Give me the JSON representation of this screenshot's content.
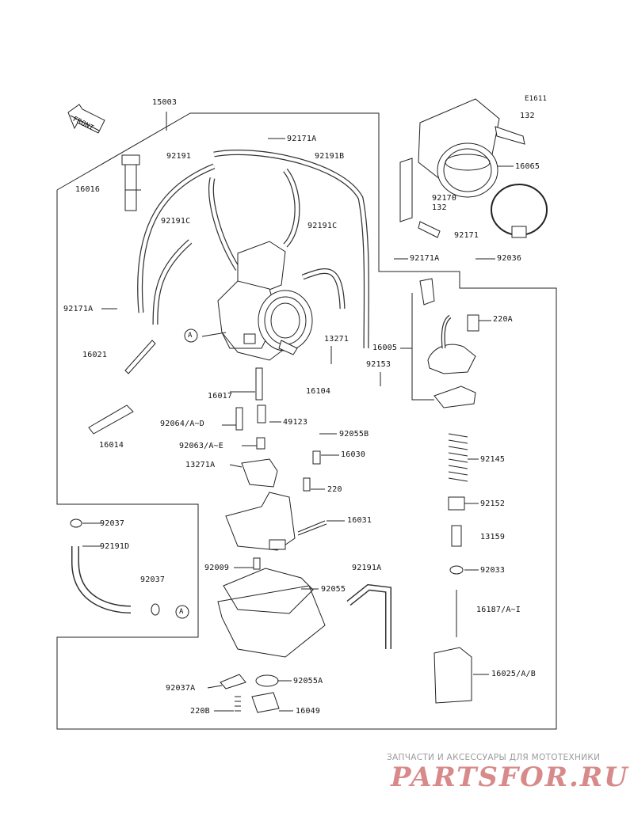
{
  "diagram": {
    "code": "E1611",
    "front_text": "FRONT",
    "ref_marker": "A",
    "labels": [
      {
        "id": "15003",
        "text": "15003"
      },
      {
        "id": "92171A_top",
        "text": "92171A"
      },
      {
        "id": "92191",
        "text": "92191"
      },
      {
        "id": "92191B",
        "text": "92191B"
      },
      {
        "id": "16016",
        "text": "16016"
      },
      {
        "id": "92191C_l",
        "text": "92191C"
      },
      {
        "id": "92191C_r",
        "text": "92191C"
      },
      {
        "id": "92171A_l",
        "text": "92171A"
      },
      {
        "id": "92171A_m",
        "text": "92171A"
      },
      {
        "id": "13271",
        "text": "13271"
      },
      {
        "id": "16021",
        "text": "16021"
      },
      {
        "id": "92153",
        "text": "92153"
      },
      {
        "id": "16104",
        "text": "16104"
      },
      {
        "id": "16017",
        "text": "16017"
      },
      {
        "id": "92064",
        "text": "92064/A~D"
      },
      {
        "id": "49123",
        "text": "49123"
      },
      {
        "id": "16014",
        "text": "16014"
      },
      {
        "id": "92063",
        "text": "92063/A~E"
      },
      {
        "id": "13271A",
        "text": "13271A"
      },
      {
        "id": "92055B",
        "text": "92055B"
      },
      {
        "id": "16030",
        "text": "16030"
      },
      {
        "id": "220",
        "text": "220"
      },
      {
        "id": "16031",
        "text": "16031"
      },
      {
        "id": "92037_a",
        "text": "92037"
      },
      {
        "id": "92191D",
        "text": "92191D"
      },
      {
        "id": "92037_b",
        "text": "92037"
      },
      {
        "id": "92009",
        "text": "92009"
      },
      {
        "id": "92055",
        "text": "92055"
      },
      {
        "id": "92191A",
        "text": "92191A"
      },
      {
        "id": "92037A",
        "text": "92037A"
      },
      {
        "id": "92055A",
        "text": "92055A"
      },
      {
        "id": "220B",
        "text": "220B"
      },
      {
        "id": "16049",
        "text": "16049"
      },
      {
        "id": "132_a",
        "text": "132"
      },
      {
        "id": "16065",
        "text": "16065"
      },
      {
        "id": "92170",
        "text": "92170"
      },
      {
        "id": "132_b",
        "text": "132"
      },
      {
        "id": "92171",
        "text": "92171"
      },
      {
        "id": "92036",
        "text": "92036"
      },
      {
        "id": "220A",
        "text": "220A"
      },
      {
        "id": "16005",
        "text": "16005"
      },
      {
        "id": "92145",
        "text": "92145"
      },
      {
        "id": "92152",
        "text": "92152"
      },
      {
        "id": "13159",
        "text": "13159"
      },
      {
        "id": "92033",
        "text": "92033"
      },
      {
        "id": "16187",
        "text": "16187/A~I"
      },
      {
        "id": "16025",
        "text": "16025/A/B"
      }
    ]
  },
  "watermark": {
    "tagline": "ЗАПЧАСТИ И АКСЕССУАРЫ ДЛЯ МОТОТЕХНИКИ",
    "logo": "PARTSFOR.RU"
  }
}
